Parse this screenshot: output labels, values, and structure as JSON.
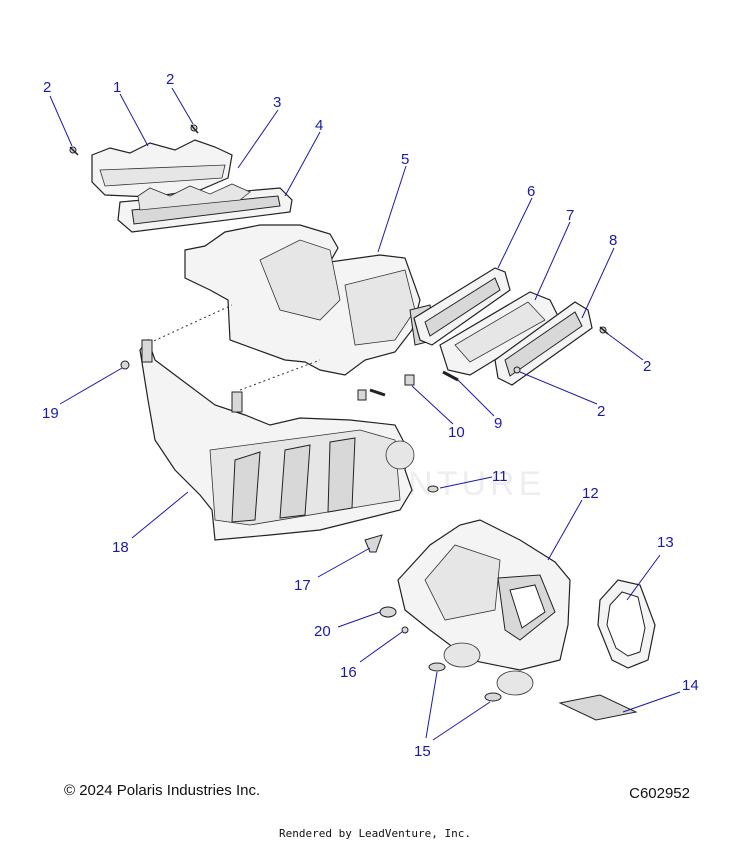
{
  "footer": {
    "copyright": "© 2024 Polaris Industries Inc.",
    "part_code": "C602952",
    "rendered_by": "Rendered by LeadVenture, Inc."
  },
  "watermark": "LEADVENTURE",
  "callouts": [
    {
      "id": "c2a",
      "label": "2"
    },
    {
      "id": "c1",
      "label": "1"
    },
    {
      "id": "c2b",
      "label": "2"
    },
    {
      "id": "c3",
      "label": "3"
    },
    {
      "id": "c4",
      "label": "4"
    },
    {
      "id": "c5",
      "label": "5"
    },
    {
      "id": "c6",
      "label": "6"
    },
    {
      "id": "c7",
      "label": "7"
    },
    {
      "id": "c8",
      "label": "8"
    },
    {
      "id": "c2c",
      "label": "2"
    },
    {
      "id": "c2d",
      "label": "2"
    },
    {
      "id": "c9",
      "label": "9"
    },
    {
      "id": "c10",
      "label": "10"
    },
    {
      "id": "c19",
      "label": "19"
    },
    {
      "id": "c11",
      "label": "11"
    },
    {
      "id": "c12",
      "label": "12"
    },
    {
      "id": "c13",
      "label": "13"
    },
    {
      "id": "c18",
      "label": "18"
    },
    {
      "id": "c17",
      "label": "17"
    },
    {
      "id": "c20",
      "label": "20"
    },
    {
      "id": "c16",
      "label": "16"
    },
    {
      "id": "c14",
      "label": "14"
    },
    {
      "id": "c15",
      "label": "15"
    }
  ]
}
